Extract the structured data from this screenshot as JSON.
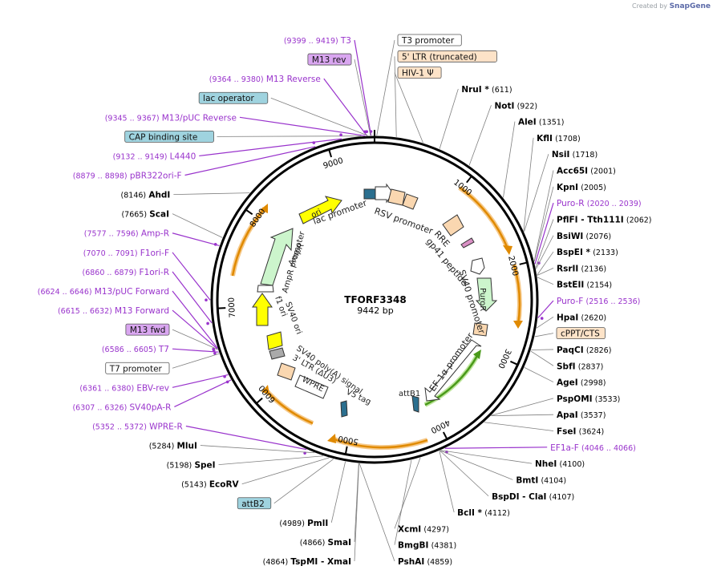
{
  "brand": {
    "created_by": "Created by",
    "name": "SnapGene"
  },
  "plasmid": {
    "name": "TFORF3348",
    "size_label": "9442 bp",
    "total_bp": 9442
  },
  "colors": {
    "restriction_line": "#7f7f7f",
    "primer": "#9933cc",
    "arrow_orange": "#e08a00",
    "arrow_orange_glow": "#f6c98a",
    "arrow_green": "#4a9a1a",
    "feature_yellow": "#ffff00",
    "feature_light_green": "#ccf5cc",
    "feature_peach": "#fad7b0",
    "feature_white": "#ffffff",
    "teal_label": "#9fd3df",
    "purple_label": "#d9a6f0",
    "peach_label": "#fde3c8",
    "ring": "#000000"
  },
  "ticks": [
    {
      "bp": 1000,
      "label": "1000"
    },
    {
      "bp": 2000,
      "label": "2000"
    },
    {
      "bp": 3000,
      "label": "3000"
    },
    {
      "bp": 4000,
      "label": "4000"
    },
    {
      "bp": 5000,
      "label": "5000"
    },
    {
      "bp": 6000,
      "label": "6000"
    },
    {
      "bp": 7000,
      "label": "7000"
    },
    {
      "bp": 8000,
      "label": "8000"
    },
    {
      "bp": 9000,
      "label": "9000"
    }
  ],
  "left_labels": [
    {
      "kind": "primer",
      "pos": "(9399 .. 9419)",
      "name": "T3",
      "bp": 9410
    },
    {
      "kind": "box_purple",
      "name": "M13 rev",
      "bp": 9405
    },
    {
      "kind": "primer",
      "pos": "(9364 .. 9380)",
      "name": "M13 Reverse",
      "bp": 9372
    },
    {
      "kind": "box_teal",
      "name": "lac operator",
      "bp": 9380
    },
    {
      "kind": "primer",
      "pos": "(9345 .. 9367)",
      "name": "M13/pUC Reverse",
      "bp": 9356
    },
    {
      "kind": "box_teal",
      "name": "CAP binding site",
      "bp": 9320
    },
    {
      "kind": "primer",
      "pos": "(9132 .. 9149)",
      "name": "L4440",
      "bp": 9140
    },
    {
      "kind": "primer",
      "pos": "(8879 .. 8898)",
      "name": "pBR322ori-F",
      "bp": 8888
    },
    {
      "kind": "enzyme",
      "pos": "(8146)",
      "name": "AhdI",
      "bp": 8146
    },
    {
      "kind": "enzyme",
      "pos": "(7665)",
      "name": "ScaI",
      "bp": 7665
    },
    {
      "kind": "primer",
      "pos": "(7577 .. 7596)",
      "name": "Amp-R",
      "bp": 7586
    },
    {
      "kind": "primer",
      "pos": "(7070 .. 7091)",
      "name": "F1ori-F",
      "bp": 7080
    },
    {
      "kind": "primer",
      "pos": "(6860 .. 6879)",
      "name": "F1ori-R",
      "bp": 6870
    },
    {
      "kind": "primer",
      "pos": "(6624 .. 6646)",
      "name": "M13/pUC Forward",
      "bp": 6635
    },
    {
      "kind": "primer",
      "pos": "(6615 .. 6632)",
      "name": "M13 Forward",
      "bp": 6624
    },
    {
      "kind": "box_purple",
      "name": "M13 fwd",
      "bp": 6620
    },
    {
      "kind": "primer",
      "pos": "(6586 .. 6605)",
      "name": "T7",
      "bp": 6595
    },
    {
      "kind": "box_white",
      "name": "T7 promoter",
      "bp": 6580
    },
    {
      "kind": "primer",
      "pos": "(6361 .. 6380)",
      "name": "EBV-rev",
      "bp": 6370
    },
    {
      "kind": "primer",
      "pos": "(6307 .. 6326)",
      "name": "SV40pA-R",
      "bp": 6316
    },
    {
      "kind": "primer",
      "pos": "(5352 .. 5372)",
      "name": "WPRE-R",
      "bp": 5362
    },
    {
      "kind": "enzyme",
      "pos": "(5284)",
      "name": "MluI",
      "bp": 5284
    },
    {
      "kind": "enzyme",
      "pos": "(5198)",
      "name": "SpeI",
      "bp": 5198
    },
    {
      "kind": "enzyme",
      "pos": "(5143)",
      "name": "EcoRV",
      "bp": 5143
    },
    {
      "kind": "box_teal",
      "name": "attB2",
      "bp": 5100
    },
    {
      "kind": "enzyme",
      "pos": "(4989)",
      "name": "PmlI",
      "bp": 4989
    },
    {
      "kind": "enzyme",
      "pos": "(4866)",
      "name": "SmaI",
      "bp": 4866
    },
    {
      "kind": "enzyme2",
      "pos": "(4864)",
      "name": "TspMI",
      "name2": "XmaI",
      "bp": 4864
    }
  ],
  "right_labels": [
    {
      "kind": "box_white",
      "name": "T3 promoter",
      "bp": 20
    },
    {
      "kind": "box_peach",
      "name": "5' LTR (truncated)",
      "bp": 200
    },
    {
      "kind": "box_peach",
      "name": "HIV-1 Ψ",
      "bp": 450
    },
    {
      "kind": "enzyme",
      "name": "NruI *",
      "pos": "(611)",
      "bp": 611
    },
    {
      "kind": "enzyme",
      "name": "NotI",
      "pos": "(922)",
      "bp": 922
    },
    {
      "kind": "enzyme",
      "name": "AleI",
      "pos": "(1351)",
      "bp": 1351
    },
    {
      "kind": "enzyme",
      "name": "KflI",
      "pos": "(1708)",
      "bp": 1708
    },
    {
      "kind": "enzyme",
      "name": "NsiI",
      "pos": "(1718)",
      "bp": 1718
    },
    {
      "kind": "enzyme",
      "name": "Acc65I",
      "pos": "(2001)",
      "bp": 2001
    },
    {
      "kind": "enzyme",
      "name": "KpnI",
      "pos": "(2005)",
      "bp": 2005
    },
    {
      "kind": "primer",
      "name": "Puro-R",
      "pos": "(2020 .. 2039)",
      "bp": 2030
    },
    {
      "kind": "enzyme2",
      "name": "PflFI",
      "name2": "Tth111I",
      "pos": "(2062)",
      "bp": 2062
    },
    {
      "kind": "enzyme",
      "name": "BsiWI",
      "pos": "(2076)",
      "bp": 2076
    },
    {
      "kind": "enzyme",
      "name": "BspEI *",
      "pos": "(2133)",
      "bp": 2133
    },
    {
      "kind": "enzyme",
      "name": "RsrII",
      "pos": "(2136)",
      "bp": 2136
    },
    {
      "kind": "enzyme",
      "name": "BstEII",
      "pos": "(2154)",
      "bp": 2154
    },
    {
      "kind": "primer",
      "name": "Puro-F",
      "pos": "(2516 .. 2536)",
      "bp": 2526
    },
    {
      "kind": "enzyme",
      "name": "HpaI",
      "pos": "(2620)",
      "bp": 2620
    },
    {
      "kind": "box_peach",
      "name": "cPPT/CTS",
      "bp": 2700
    },
    {
      "kind": "enzyme",
      "name": "PaqCI",
      "pos": "(2826)",
      "bp": 2826
    },
    {
      "kind": "enzyme",
      "name": "SbfI",
      "pos": "(2837)",
      "bp": 2837
    },
    {
      "kind": "enzyme",
      "name": "AgeI",
      "pos": "(2998)",
      "bp": 2998
    },
    {
      "kind": "enzyme",
      "name": "PspOMI",
      "pos": "(3533)",
      "bp": 3533
    },
    {
      "kind": "enzyme",
      "name": "ApaI",
      "pos": "(3537)",
      "bp": 3537
    },
    {
      "kind": "enzyme",
      "name": "FseI",
      "pos": "(3624)",
      "bp": 3624
    },
    {
      "kind": "primer",
      "name": "EF1a-F",
      "pos": "(4046 .. 4066)",
      "bp": 4056
    },
    {
      "kind": "enzyme",
      "name": "NheI",
      "pos": "(4100)",
      "bp": 4100
    },
    {
      "kind": "enzyme",
      "name": "BmtI",
      "pos": "(4104)",
      "bp": 4104
    },
    {
      "kind": "enzyme2",
      "name": "BspDI",
      "name2": "ClaI",
      "pos": "(4107)",
      "bp": 4107
    },
    {
      "kind": "enzyme",
      "name": "BclI *",
      "pos": "(4112)",
      "bp": 4112
    },
    {
      "kind": "enzyme",
      "name": "XcmI",
      "pos": "(4297)",
      "bp": 4297
    },
    {
      "kind": "enzyme",
      "name": "BmgBI",
      "pos": "(4381)",
      "bp": 4381
    },
    {
      "kind": "enzyme",
      "name": "PshAI",
      "pos": "(4859)",
      "bp": 4859
    }
  ],
  "inner_features": [
    {
      "name": "lac promoter"
    },
    {
      "name": "RSV promoter"
    },
    {
      "name": "RRE"
    },
    {
      "name": "gp41 peptide"
    },
    {
      "name": "SV40 promoter"
    },
    {
      "name": "PuroR"
    },
    {
      "name": "EF-1α promoter"
    },
    {
      "name": "attB1"
    },
    {
      "name": "V5 tag"
    },
    {
      "name": "WPRE"
    },
    {
      "name": "3' LTR (ΔU3)"
    },
    {
      "name": "SV40 poly(A) signal"
    },
    {
      "name": "SV40 ori"
    },
    {
      "name": "f1 ori"
    },
    {
      "name": "AmpR promoter"
    },
    {
      "name": "AmpR"
    },
    {
      "name": "ori"
    }
  ]
}
